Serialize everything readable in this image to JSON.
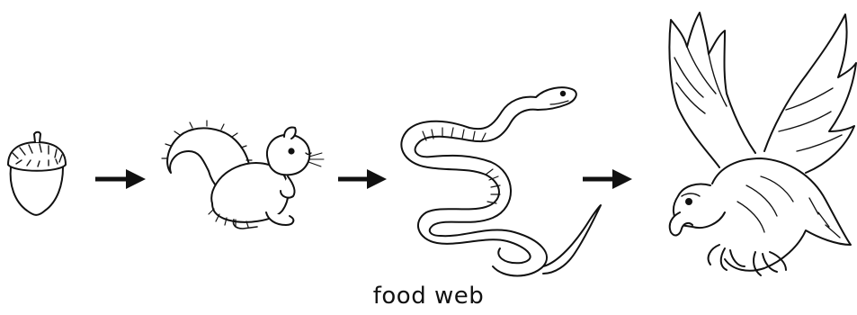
{
  "caption": "food web",
  "organisms": [
    {
      "name": "acorn",
      "icon": "acorn-icon"
    },
    {
      "name": "squirrel",
      "icon": "squirrel-icon"
    },
    {
      "name": "snake",
      "icon": "snake-icon"
    },
    {
      "name": "eagle",
      "icon": "eagle-icon"
    }
  ],
  "arrows": [
    {
      "from": "acorn",
      "to": "squirrel"
    },
    {
      "from": "squirrel",
      "to": "snake"
    },
    {
      "from": "snake",
      "to": "eagle"
    }
  ],
  "colors": {
    "line": "#111111",
    "background": "#ffffff"
  }
}
